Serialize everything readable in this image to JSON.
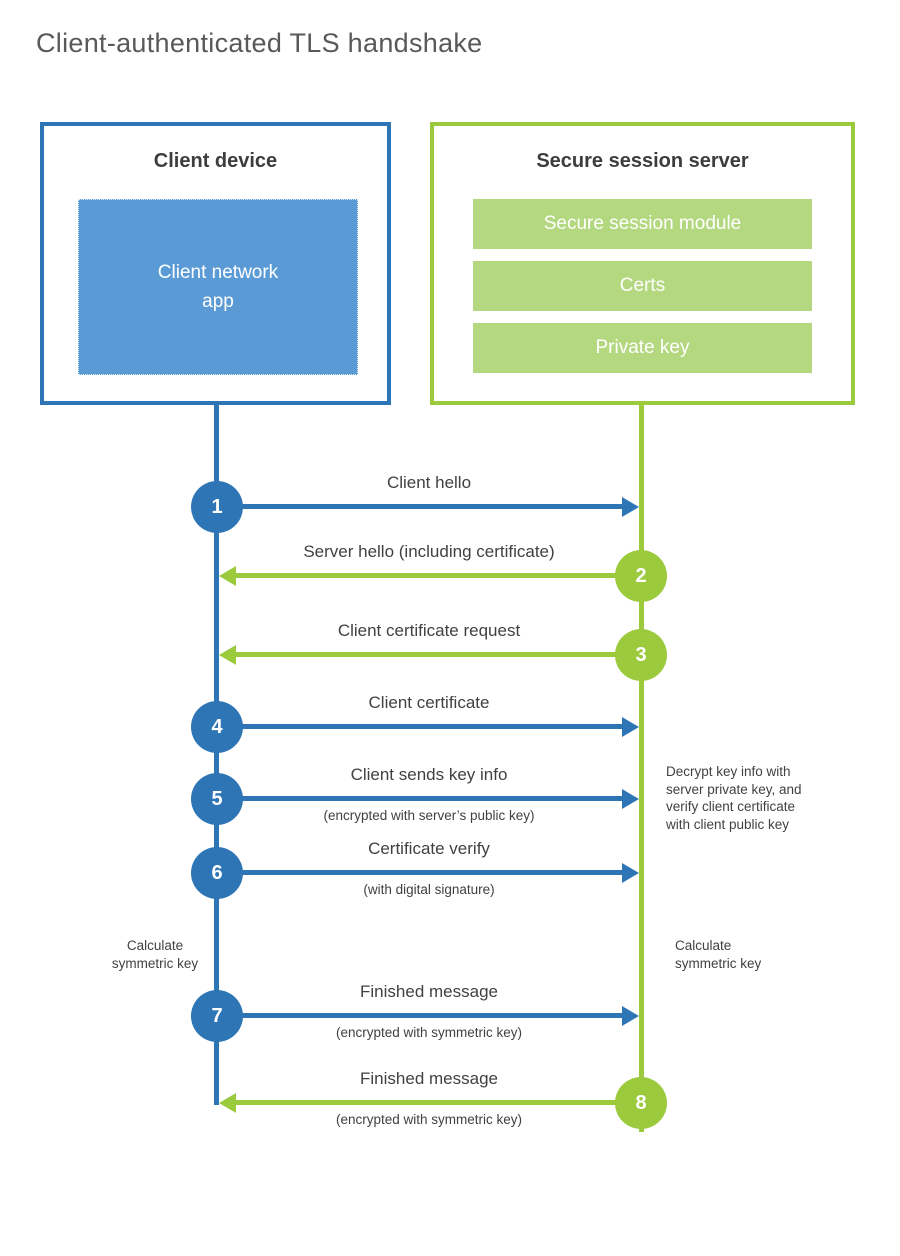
{
  "title": "Client-authenticated TLS handshake",
  "palette": {
    "client_accent": "#2e75b6",
    "client_fill": "#5b9bd5",
    "server_accent": "#9bca3c",
    "server_fill": "#b4d87f",
    "heading_text": "#3d3d3d",
    "title_text": "#58595b",
    "label_text": "#414141"
  },
  "client": {
    "heading": "Client device",
    "app_lines": [
      "Client network",
      "app"
    ]
  },
  "server": {
    "heading": "Secure session server",
    "modules": [
      "Secure session module",
      "Certs",
      "Private key"
    ]
  },
  "messages": [
    {
      "num": "1",
      "label": "Client hello",
      "sublabel": "",
      "direction": "right",
      "from": "client"
    },
    {
      "num": "2",
      "label": "Server hello (including certificate)",
      "sublabel": "",
      "direction": "left",
      "from": "server"
    },
    {
      "num": "3",
      "label": "Client certificate request",
      "sublabel": "",
      "direction": "left",
      "from": "server"
    },
    {
      "num": "4",
      "label": "Client certificate",
      "sublabel": "",
      "direction": "right",
      "from": "client"
    },
    {
      "num": "5",
      "label": "Client sends key info",
      "sublabel": "(encrypted with server’s public key)",
      "direction": "right",
      "from": "client"
    },
    {
      "num": "6",
      "label": "Certificate verify",
      "sublabel": "(with digital signature)",
      "direction": "right",
      "from": "client"
    },
    {
      "num": "7",
      "label": "Finished message",
      "sublabel": "(encrypted with symmetric key)",
      "direction": "right",
      "from": "client"
    },
    {
      "num": "8",
      "label": "Finished message",
      "sublabel": "(encrypted with symmetric key)",
      "direction": "left",
      "from": "server"
    }
  ],
  "annotations": {
    "decrypt_note": {
      "lines": [
        "Decrypt key info with",
        "server private key, and",
        "verify client certificate",
        "with client public key"
      ]
    },
    "calc_left": {
      "lines": [
        "Calculate",
        "symmetric key"
      ]
    },
    "calc_right": {
      "lines": [
        "Calculate",
        "symmetric key"
      ]
    }
  }
}
